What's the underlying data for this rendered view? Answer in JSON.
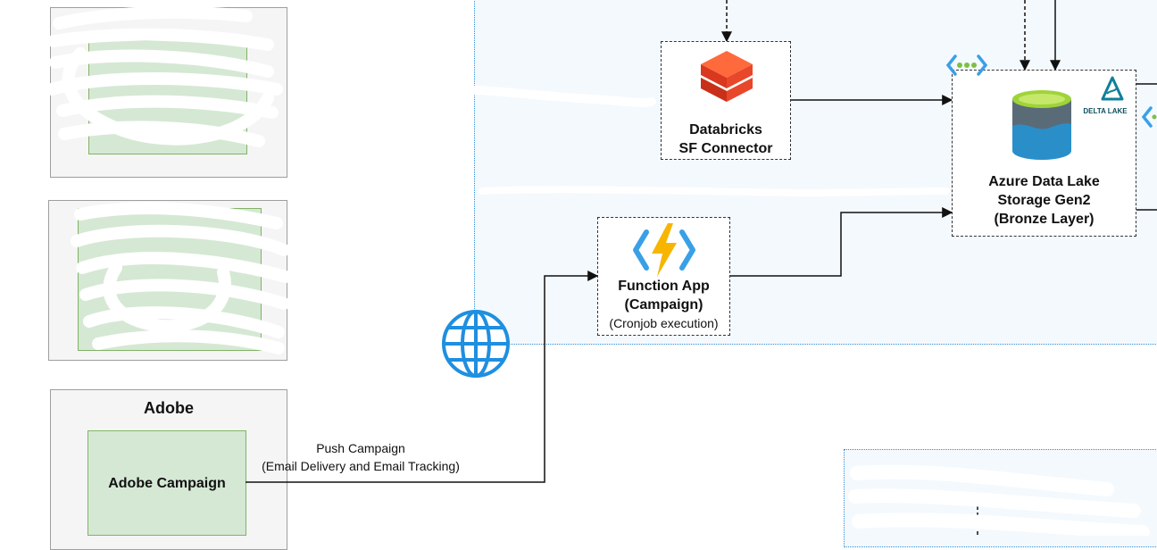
{
  "sources": {
    "adobe": {
      "group_title": "Adobe",
      "app_label": "Adobe Campaign"
    }
  },
  "edges": {
    "push_campaign": {
      "line1": "Push Campaign",
      "line2": "(Email Delivery and Email Tracking)"
    }
  },
  "nodes": {
    "databricks": {
      "line1": "Databricks",
      "line2": "SF Connector"
    },
    "function_app": {
      "line1": "Function App",
      "line2": "(Campaign)",
      "line3": "(Cronjob execution)"
    },
    "adls": {
      "line1": "Azure Data Lake",
      "line2": "Storage Gen2",
      "line3": "(Bronze Layer)",
      "badge": "DELTA LAKE"
    }
  },
  "colors": {
    "vnet_border": "#2f8fd6",
    "source_green": "#d5e8d4",
    "source_green_border": "#82b366",
    "databricks_red": "#e8472a",
    "function_yellow": "#f7b500",
    "function_blue": "#3aa0e6",
    "globe_blue": "#1f8fe0",
    "storage_teal": "#38a9b4",
    "delta_teal": "#0f7f9a"
  },
  "icons": [
    "databricks-icon",
    "function-app-icon",
    "storage-icon",
    "delta-lake-icon",
    "globe-icon",
    "vnet-icon"
  ]
}
